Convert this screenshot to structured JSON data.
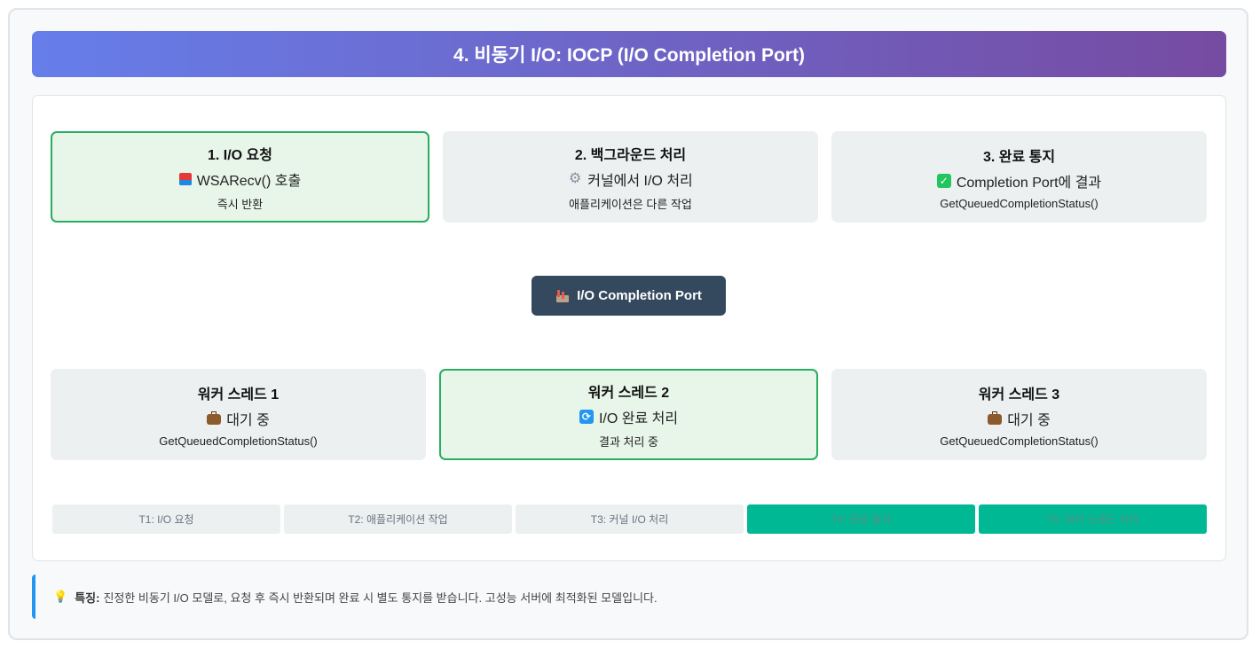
{
  "header": {
    "title": "4. 비동기 I/O: IOCP (I/O Completion Port)"
  },
  "stages": [
    {
      "title": "1. I/O 요청",
      "icon": "inbox-tray-icon",
      "line": "WSARecv() 호출",
      "detail": "즉시 반환",
      "active": true
    },
    {
      "title": "2. 백그라운드 처리",
      "icon": "gear-icon",
      "line": "커널에서 I/O 처리",
      "detail": "애플리케이션은 다른 작업",
      "active": false
    },
    {
      "title": "3. 완료 통지",
      "icon": "check-mark-icon",
      "line": "Completion Port에 결과",
      "detail": "GetQueuedCompletionStatus()",
      "active": false
    }
  ],
  "port": {
    "icon": "factory-icon",
    "label": "I/O Completion Port"
  },
  "workers": [
    {
      "title": "워커 스레드 1",
      "icon": "briefcase-icon",
      "line": "대기 중",
      "detail": "GetQueuedCompletionStatus()",
      "active": false
    },
    {
      "title": "워커 스레드 2",
      "icon": "cycle-arrows-icon",
      "line": "I/O 완료 처리",
      "detail": "결과 처리 중",
      "active": true
    },
    {
      "title": "워커 스레드 3",
      "icon": "briefcase-icon",
      "line": "대기 중",
      "detail": "GetQueuedCompletionStatus()",
      "active": false
    }
  ],
  "timeline": [
    {
      "label": "T1: I/O 요청",
      "active": false
    },
    {
      "label": "T2: 애플리케이션 작업",
      "active": false
    },
    {
      "label": "T3: 커널 I/O 처리",
      "active": false
    },
    {
      "label": "T4: 완료 통지",
      "active": true
    },
    {
      "label": "T5: 워커 스레드 처리",
      "active": true
    }
  ],
  "note": {
    "icon": "lightbulb-icon",
    "label": "특징:",
    "text": "진정한 비동기 I/O 모델로, 요청 후 즉시 반환되며 완료 시 별도 통지를 받습니다. 고성능 서버에 최적화된 모델입니다."
  },
  "colors": {
    "header_gradient_start": "#667eea",
    "header_gradient_end": "#764ba2",
    "active_border": "#27ae60",
    "active_fill": "#e8f5e9",
    "port_fill": "#34495e",
    "timeline_active": "#00b894",
    "note_accent": "#2196f3"
  }
}
